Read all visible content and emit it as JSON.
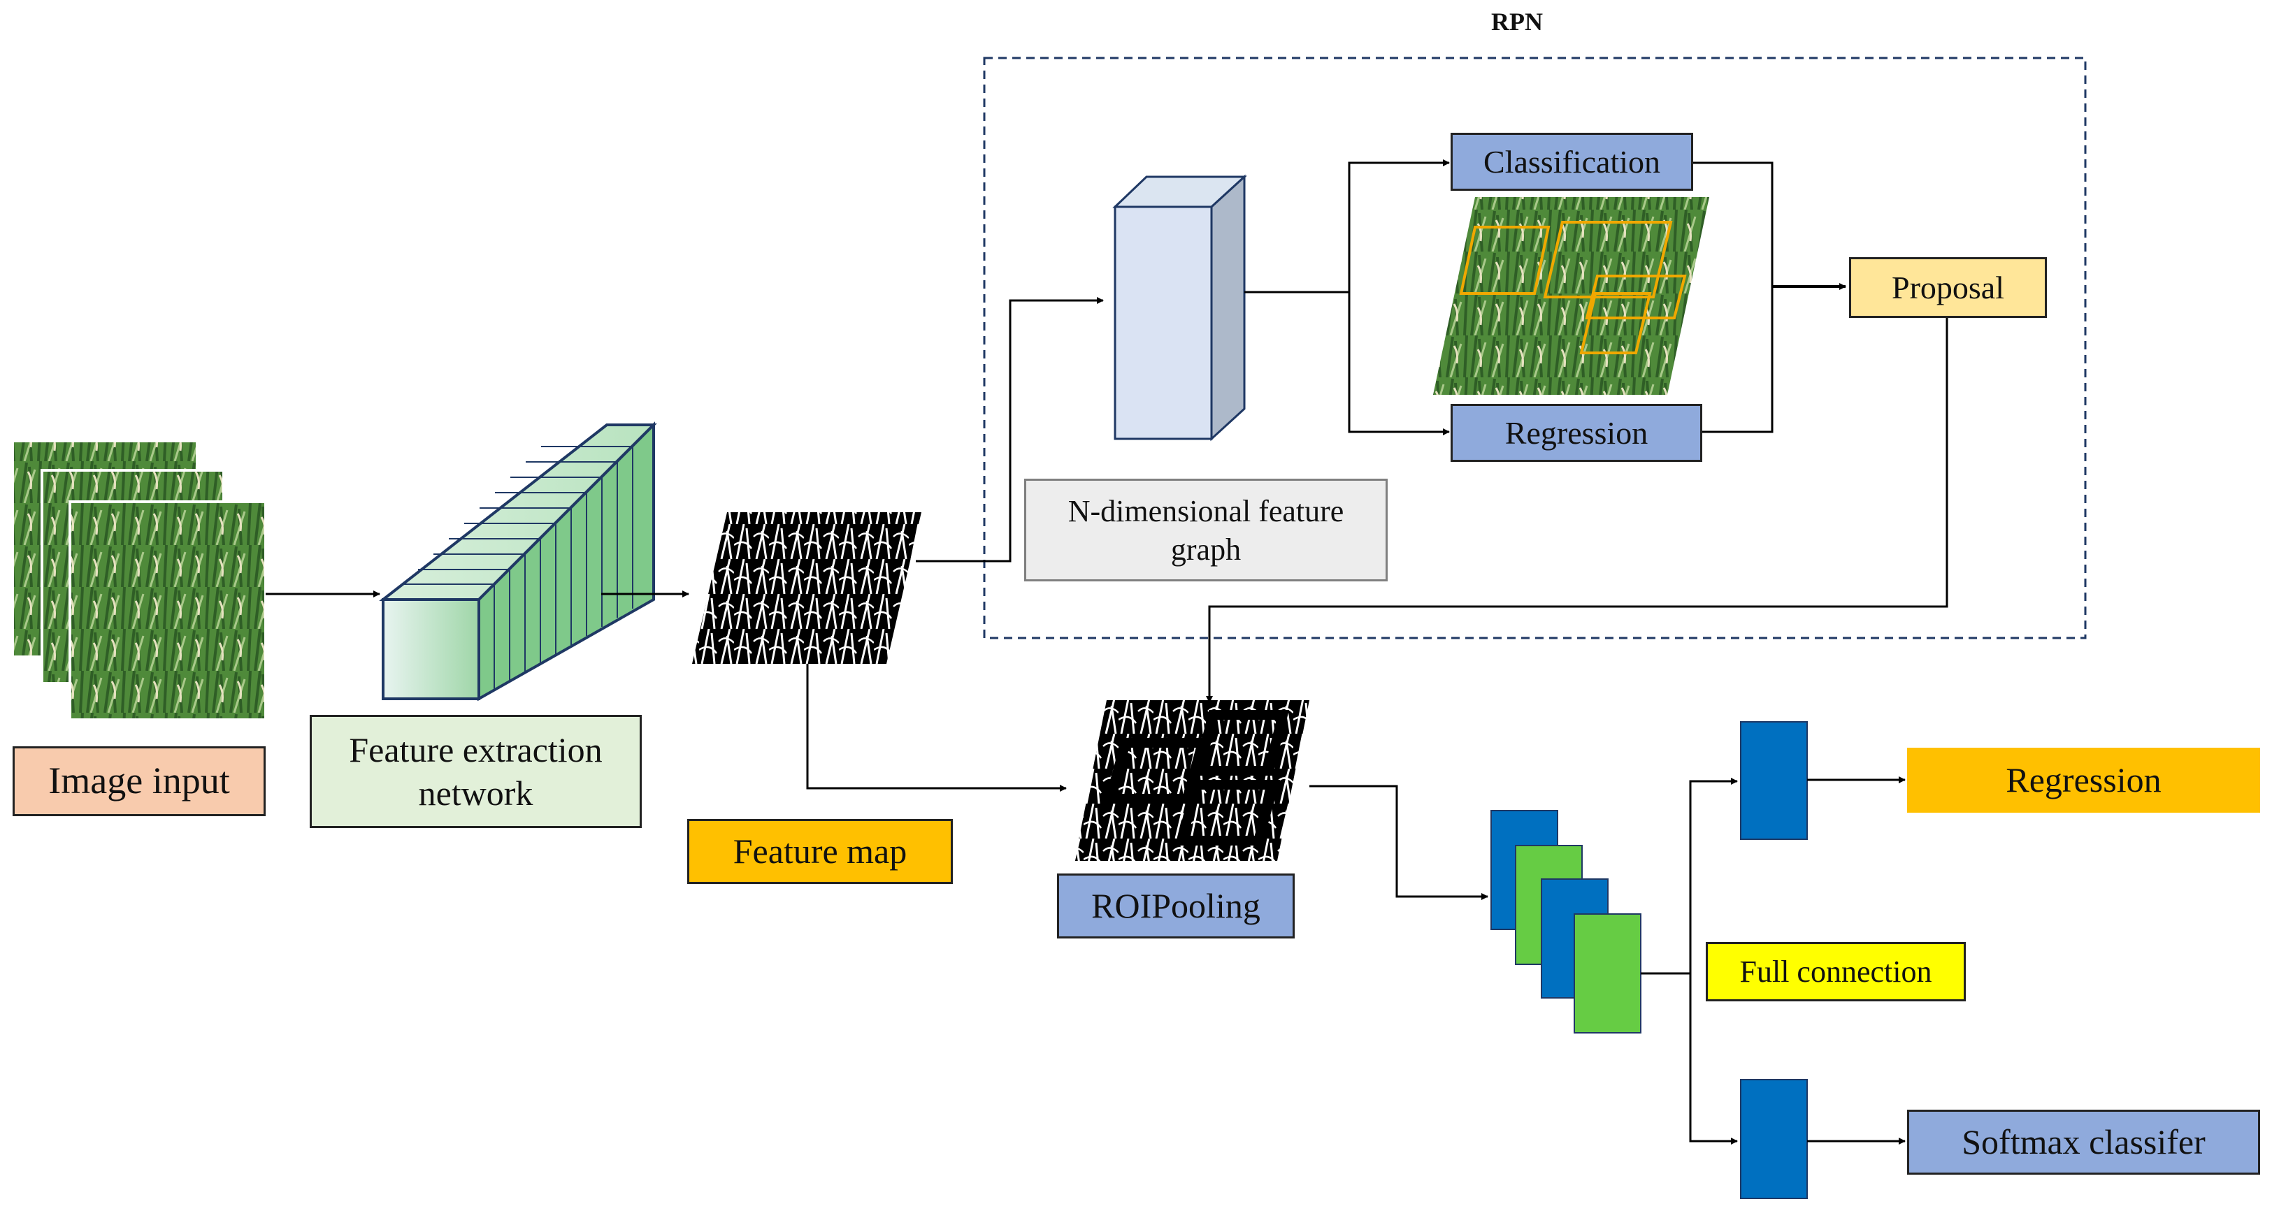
{
  "rpn": {
    "title": "RPN"
  },
  "labels": {
    "image_input": "Image input",
    "feature_extraction": "Feature extraction network",
    "feature_map": "Feature map",
    "n_dim_graph": "N-dimensional feature graph",
    "classification": "Classification",
    "regression_rpn": "Regression",
    "proposal": "Proposal",
    "roi_pooling": "ROIPooling",
    "full_connection": "Full connection",
    "regression_out": "Regression",
    "softmax": "Softmax classifer"
  },
  "colors": {
    "peach": "#f8cbad",
    "green_light": "#e2f0d9",
    "orange": "#ffc000",
    "gray_light": "#ededed",
    "blue_mid": "#8faadc",
    "yellow_light": "#ffe699",
    "yellow": "#ffff00",
    "blue_dark": "#0070c0",
    "green_bright": "#66cc44"
  }
}
